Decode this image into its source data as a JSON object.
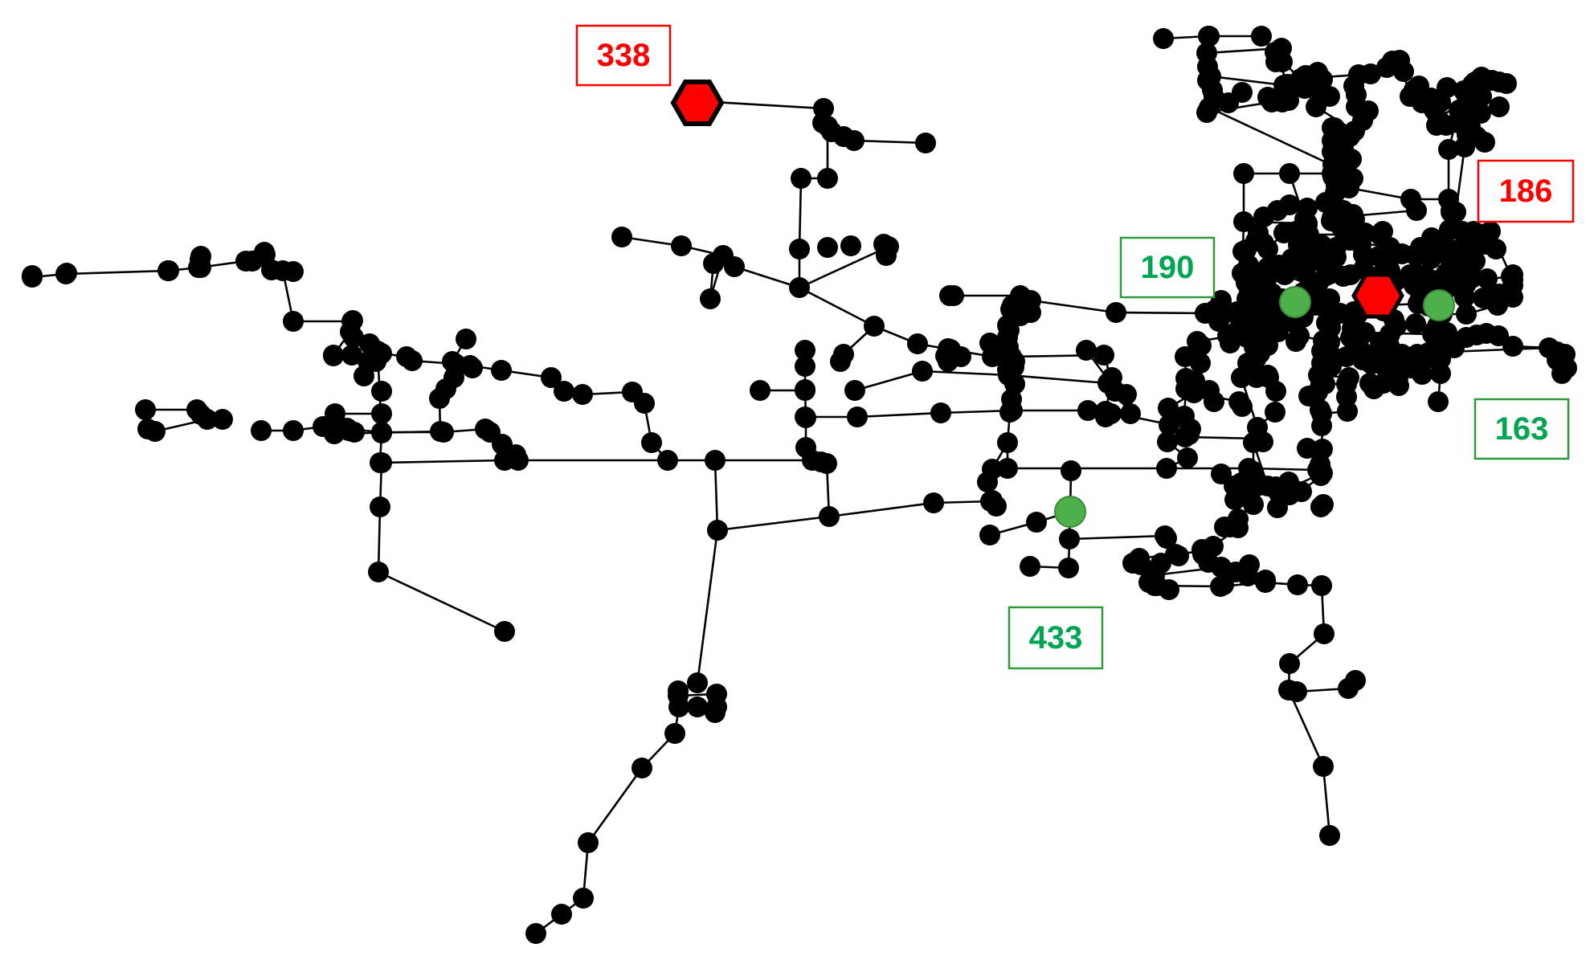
{
  "colors": {
    "node": "#000000",
    "edge": "#000000",
    "red": "#ff0000",
    "green": "#4db04a",
    "green_text": "#00a651"
  },
  "labels": {
    "red": [
      "338",
      "186"
    ],
    "green": [
      "190",
      "163",
      "433"
    ]
  }
}
